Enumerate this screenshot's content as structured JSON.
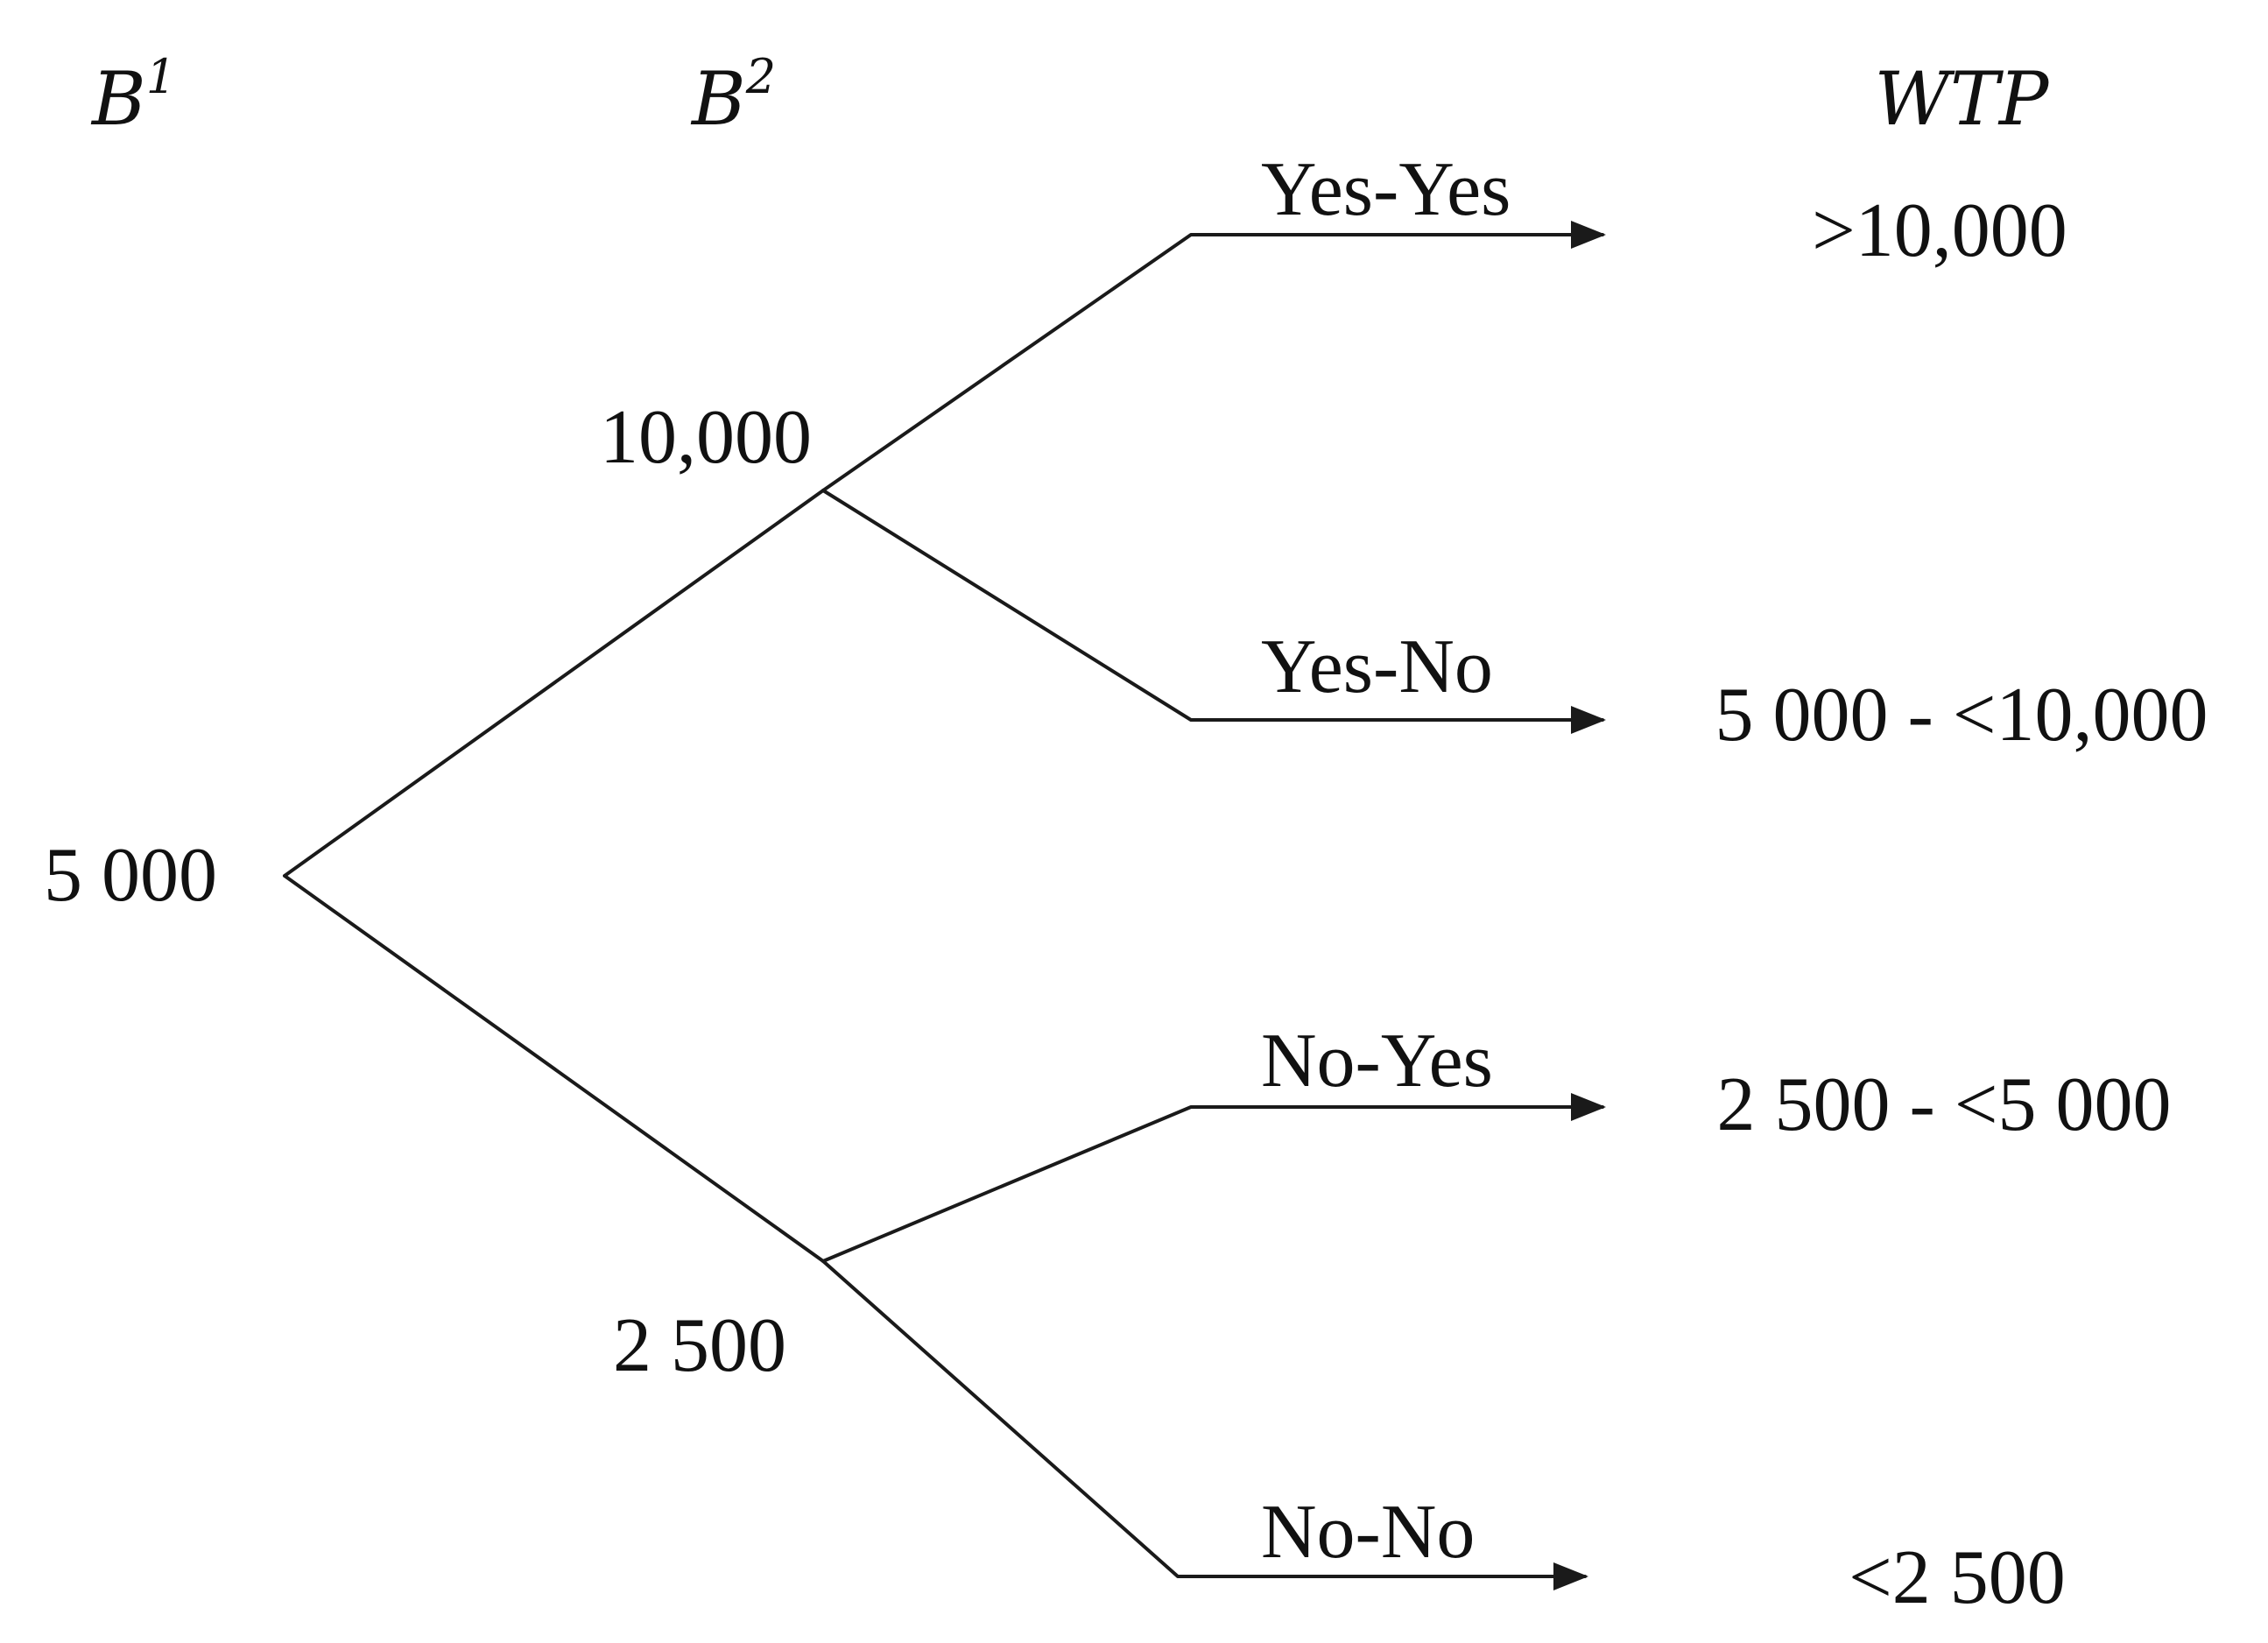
{
  "headers": {
    "b1_base": "B",
    "b1_sup": "1",
    "b2_base": "B",
    "b2_sup": "2",
    "wtp": "WTP"
  },
  "nodes": {
    "root": "5 000",
    "upper": "10,000",
    "lower": "2 500"
  },
  "responses": {
    "yes_yes": "Yes-Yes",
    "yes_no": "Yes-No",
    "no_yes": "No-Yes",
    "no_no": "No-No"
  },
  "wtp": {
    "yes_yes": ">10,000",
    "yes_no": "5 000 - <10,000",
    "no_yes": "2 500 - <5 000",
    "no_no": "<2 500"
  }
}
